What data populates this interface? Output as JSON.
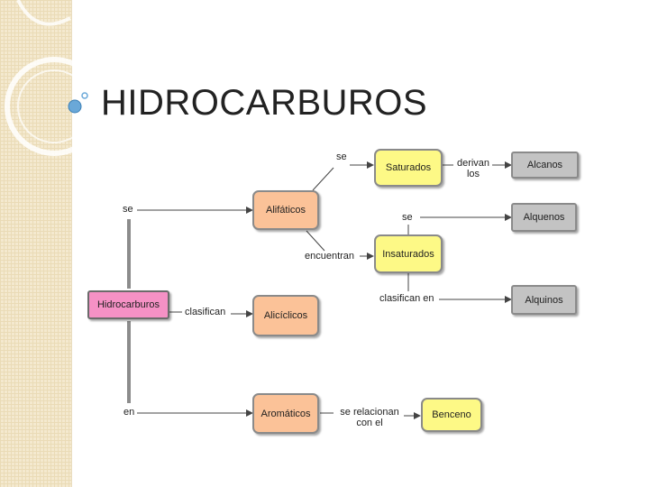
{
  "title": "HIDROCARBUROS",
  "nodes": {
    "hidrocarburos": "Hidrocarburos",
    "alifaticos": "Alifáticos",
    "aliciclicos": "Alicíclicos",
    "aromaticos": "Aromáticos",
    "saturados": "Saturados",
    "insaturados": "Insaturados",
    "benceno": "Benceno",
    "alcanos": "Alcanos",
    "alquenos": "Alquenos",
    "alquinos": "Alquinos"
  },
  "links": {
    "se_main": "se",
    "clasifican": "clasifican",
    "en": "en",
    "se_sat": "se",
    "derivan_1": "derivan",
    "derivan_2": "los",
    "se_alq": "se",
    "encuentran": "encuentran",
    "clasifican_en": "clasifican en",
    "relacionan_1": "se relacionan",
    "relacionan_2": "con el"
  },
  "colors": {
    "root": "#f591c5",
    "category": "#fbc298",
    "subcategory": "#fdf986",
    "leaf": "#c3c3c3"
  }
}
